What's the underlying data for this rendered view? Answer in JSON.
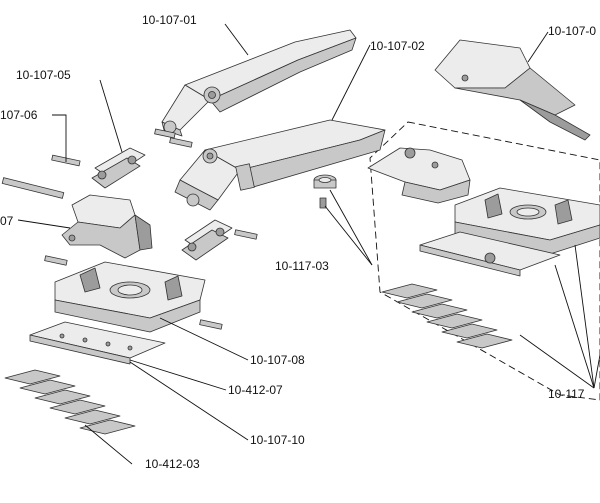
{
  "labels": {
    "l1": "10-107-01",
    "l2": "10-107-02",
    "l3": "10-107-0",
    "l4": "10-107-05",
    "l5": "107-06",
    "l6": "07",
    "l7": "10-117-03",
    "l8": "10-107-08",
    "l9": "10-412-07",
    "l10": "10-107-10",
    "l11": "10-412-03",
    "l12": "10-117"
  }
}
